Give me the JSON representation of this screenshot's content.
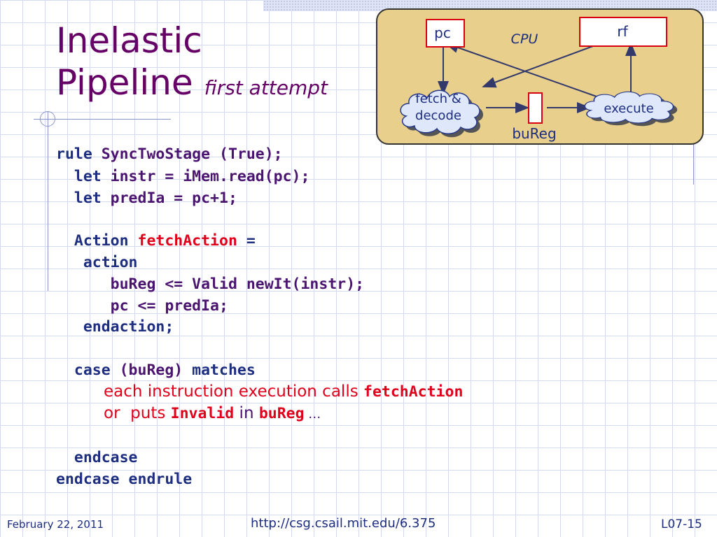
{
  "title": {
    "line1": "Inelastic",
    "line2": "Pipeline",
    "subtitle": "first attempt"
  },
  "diagram": {
    "cpu_label": "CPU",
    "pc_label": "pc",
    "rf_label": "rf",
    "fetch_line1": "fetch &",
    "fetch_line2": "decode",
    "execute_label": "execute",
    "bureg_label": "buReg"
  },
  "code": {
    "l1a": "rule ",
    "l1b": "SyncTwoStage (True);",
    "l2a": "  let ",
    "l2b": "instr = iMem.read(pc);",
    "l3a": "  let ",
    "l3b": "predIa = pc+1;",
    "l4a": "  Action ",
    "l4b": "fetchAction",
    "l4c": " =",
    "l5": "   action",
    "l6": "      buReg <= Valid newIt(instr);",
    "l7": "      pc <= predIa;",
    "l8": "   endaction;",
    "l9a": "  case ",
    "l9b": "(buReg) ",
    "l9c": "matches",
    "n1a": "each instruction execution calls ",
    "n1b": "fetchAction",
    "n2a": "or  puts ",
    "n2b": "Invalid",
    "n2c": " in ",
    "n2d": "buReg",
    "n2e": " …",
    "l10": "  endcase",
    "l11": "endcase endrule"
  },
  "footer": {
    "date": "February 22, 2011",
    "url": "http://csg.csail.mit.edu/6.375",
    "page": "L07-15"
  },
  "colors": {
    "title": "#660066",
    "keyword": "#1d2d80",
    "accent": "#e0001c",
    "cpu_fill": "#e8d08c"
  }
}
